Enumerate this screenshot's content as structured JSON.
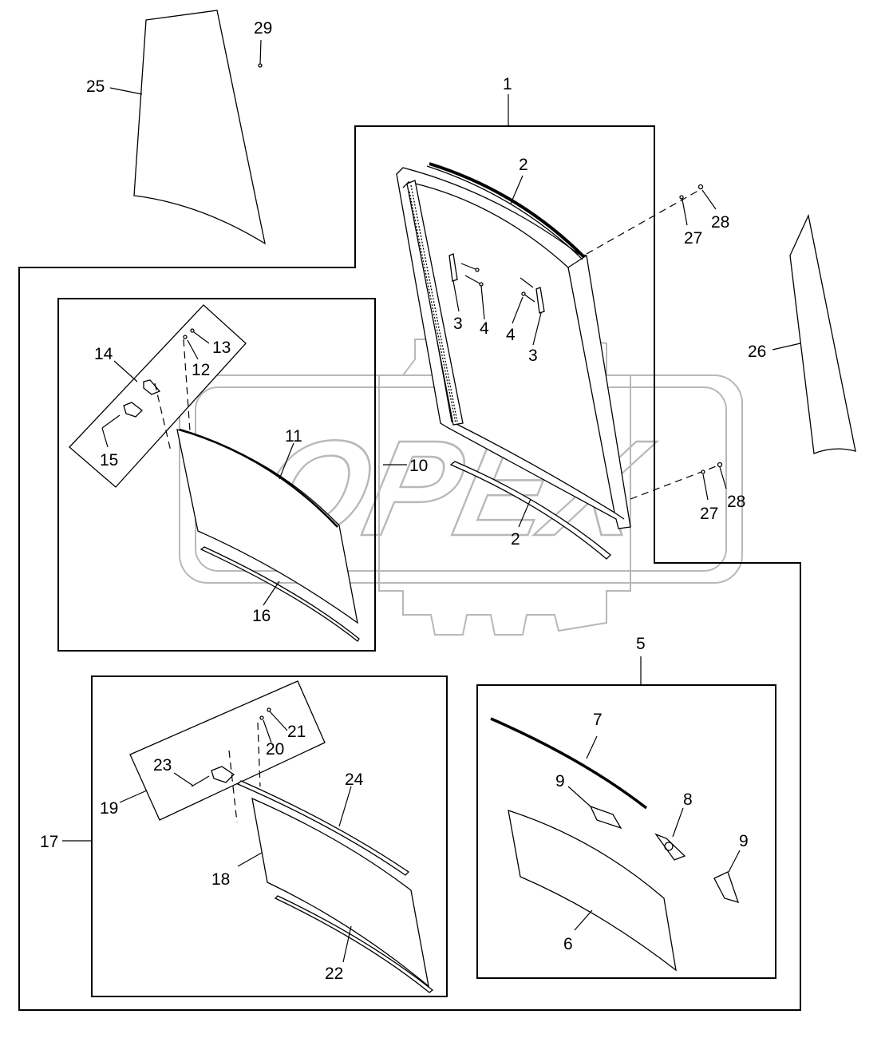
{
  "diagram": {
    "watermark_text": "OPEX",
    "callouts": [
      {
        "id": "c1",
        "text": "1"
      },
      {
        "id": "c2a",
        "text": "2"
      },
      {
        "id": "c2b",
        "text": "2"
      },
      {
        "id": "c3a",
        "text": "3"
      },
      {
        "id": "c3b",
        "text": "3"
      },
      {
        "id": "c4a",
        "text": "4"
      },
      {
        "id": "c4b",
        "text": "4"
      },
      {
        "id": "c5",
        "text": "5"
      },
      {
        "id": "c6",
        "text": "6"
      },
      {
        "id": "c7",
        "text": "7"
      },
      {
        "id": "c8",
        "text": "8"
      },
      {
        "id": "c9a",
        "text": "9"
      },
      {
        "id": "c9b",
        "text": "9"
      },
      {
        "id": "c10",
        "text": "10"
      },
      {
        "id": "c11",
        "text": "11"
      },
      {
        "id": "c12",
        "text": "12"
      },
      {
        "id": "c13",
        "text": "13"
      },
      {
        "id": "c14",
        "text": "14"
      },
      {
        "id": "c15",
        "text": "15"
      },
      {
        "id": "c16",
        "text": "16"
      },
      {
        "id": "c17",
        "text": "17"
      },
      {
        "id": "c18",
        "text": "18"
      },
      {
        "id": "c19",
        "text": "19"
      },
      {
        "id": "c20",
        "text": "20"
      },
      {
        "id": "c21",
        "text": "21"
      },
      {
        "id": "c22",
        "text": "22"
      },
      {
        "id": "c23",
        "text": "23"
      },
      {
        "id": "c24",
        "text": "24"
      },
      {
        "id": "c25",
        "text": "25"
      },
      {
        "id": "c26",
        "text": "26"
      },
      {
        "id": "c27a",
        "text": "27"
      },
      {
        "id": "c27b",
        "text": "27"
      },
      {
        "id": "c28a",
        "text": "28"
      },
      {
        "id": "c28b",
        "text": "28"
      },
      {
        "id": "c29",
        "text": "29"
      }
    ]
  }
}
